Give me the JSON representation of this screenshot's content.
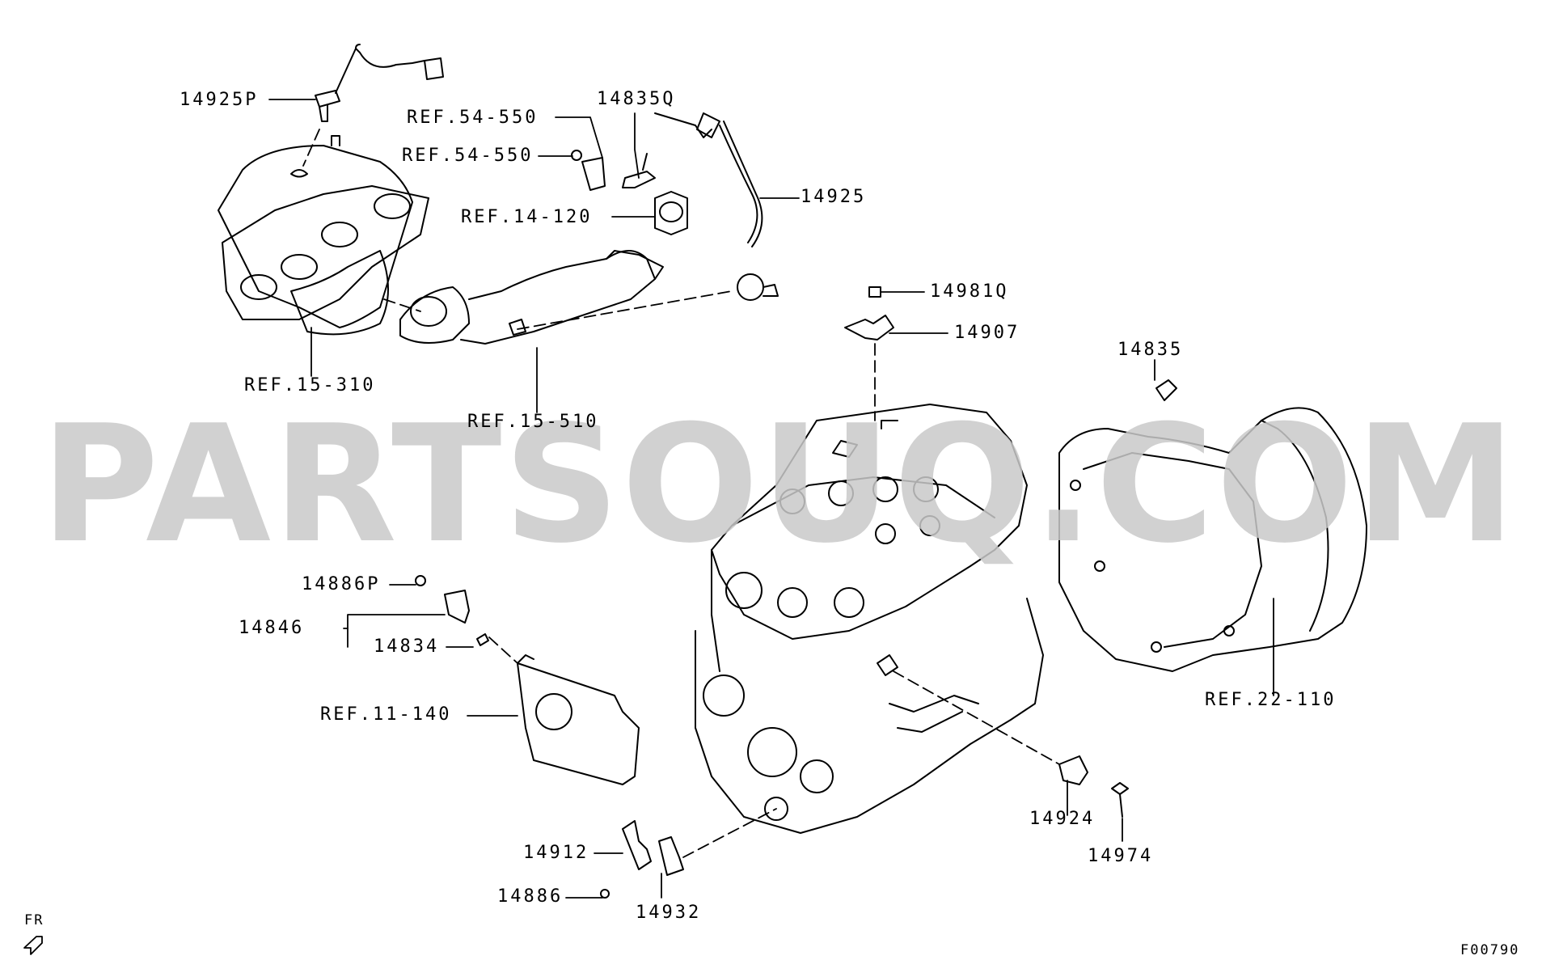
{
  "watermark": "PARTSOUQ.COM",
  "diagram_code": "F00790",
  "direction_label": "FR",
  "labels": {
    "p14925P": "14925P",
    "ref54550a": "REF.54-550",
    "ref54550b": "REF.54-550",
    "p14835Q": "14835Q",
    "p14925": "14925",
    "ref14120": "REF.14-120",
    "ref15310": "REF.15-310",
    "ref15510": "REF.15-510",
    "p14981Q": "14981Q",
    "p14907": "14907",
    "p14835": "14835",
    "p14886P": "14886P",
    "p14846": "14846",
    "p14834": "14834",
    "ref11140": "REF.11-140",
    "ref22110": "REF.22-110",
    "p14924": "14924",
    "p14974": "14974",
    "p14912": "14912",
    "p14886": "14886",
    "p14932": "14932"
  }
}
